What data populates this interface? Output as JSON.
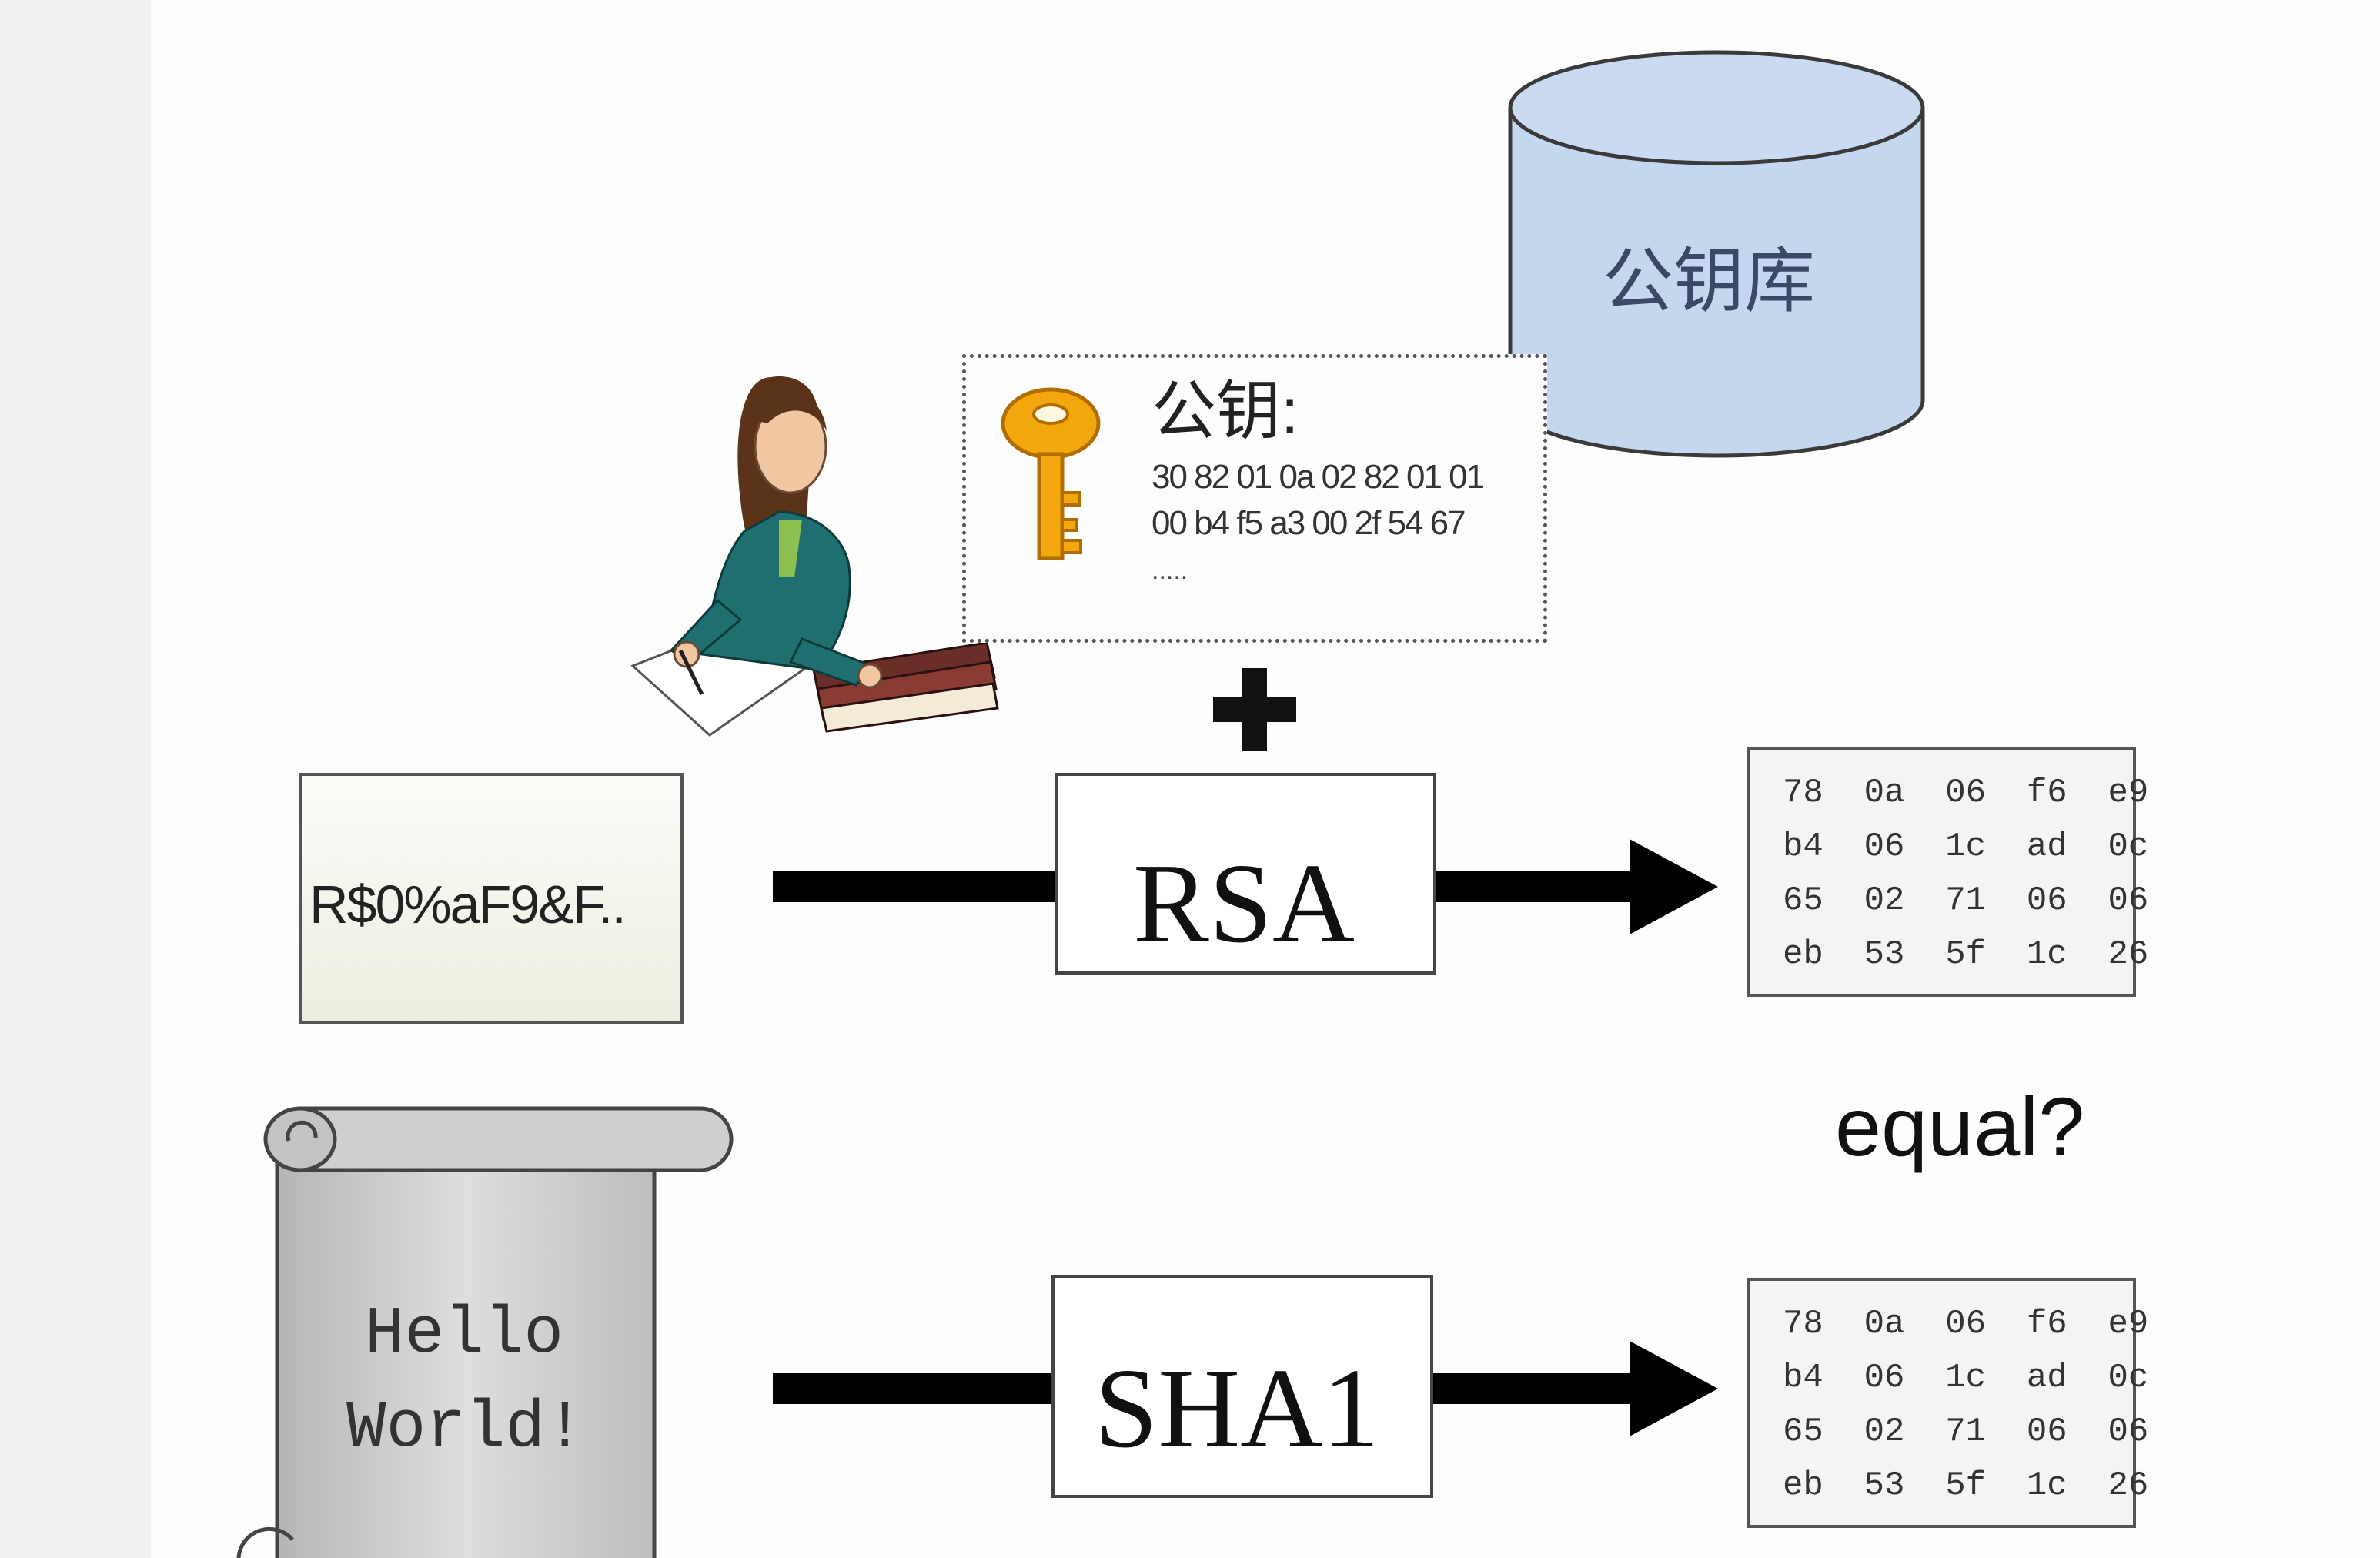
{
  "database": {
    "label": "公钥库"
  },
  "public_key_card": {
    "title": "公钥:",
    "lines": [
      "30 82 01 0a 02 82 01 01",
      "00 b4 f5 a3 00 2f 54 67",
      "....."
    ]
  },
  "plus_sign": "+",
  "encrypted_box": {
    "text": "R$0%aF9&F.."
  },
  "rsa_box": {
    "label": "RSA"
  },
  "sha1_box": {
    "label": "SHA1"
  },
  "hash_result_top": {
    "lines": [
      "78  0a  06  f6  e9",
      "b4  06  1c  ad  0c",
      "65  02  71  06  06",
      "eb  53  5f  1c  26"
    ]
  },
  "hash_result_bottom": {
    "lines": [
      "78  0a  06  f6  e9",
      "b4  06  1c  ad  0c",
      "65  02  71  06  06",
      "eb  53  5f  1c  26"
    ]
  },
  "comparison": {
    "text": "equal?"
  },
  "message_scroll": {
    "line1": "Hello",
    "line2": "World!"
  },
  "colors": {
    "background": "#f1f1f1",
    "canvas": "#fefefe",
    "database_fill": "#c5d6ef",
    "key_gold": "#f2a70e",
    "arrow": "#000000",
    "scroll_gray": "#c9c9c9"
  }
}
